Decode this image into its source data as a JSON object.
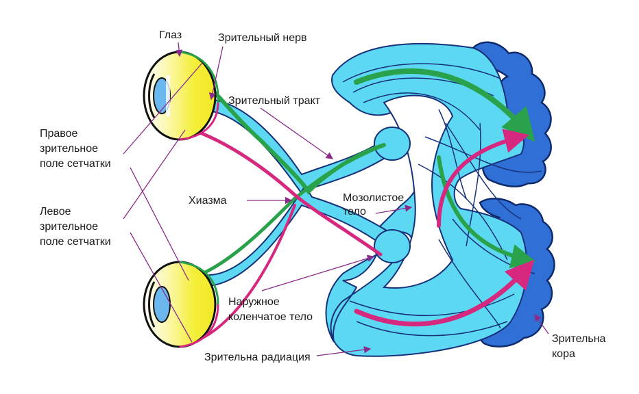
{
  "labels": {
    "eye": "Глаз",
    "optic_nerve": "Зрительный нерв",
    "optic_tract": "Зрительный тракт",
    "right_field_l1": "Правое",
    "right_field_l2": "зрительное",
    "right_field_l3": "поле сетчатки",
    "left_field_l1": "Левое",
    "left_field_l2": "зрительное",
    "left_field_l3": "поле сетчатки",
    "chiasm": "Хиазма",
    "corpus_l1": "Мозолистое",
    "corpus_l2": "тело",
    "lgn_l1": "Наружное",
    "lgn_l2": "коленчатое тело",
    "radiation": "Зрительна радиация",
    "cortex_l1": "Зрительна",
    "cortex_l2": "кора"
  },
  "colors": {
    "tract_fill": "#5cd8f2",
    "tract_outline": "#16307a",
    "cortex_fill": "#2f6fd6",
    "cortex_outline": "#0d2a6b",
    "green_path": "#2aa24b",
    "magenta_path": "#d6287e",
    "eye_yellow": "#f4ef3a",
    "eye_blue": "#6ab8ee",
    "pointer": "#8a2a8a"
  }
}
